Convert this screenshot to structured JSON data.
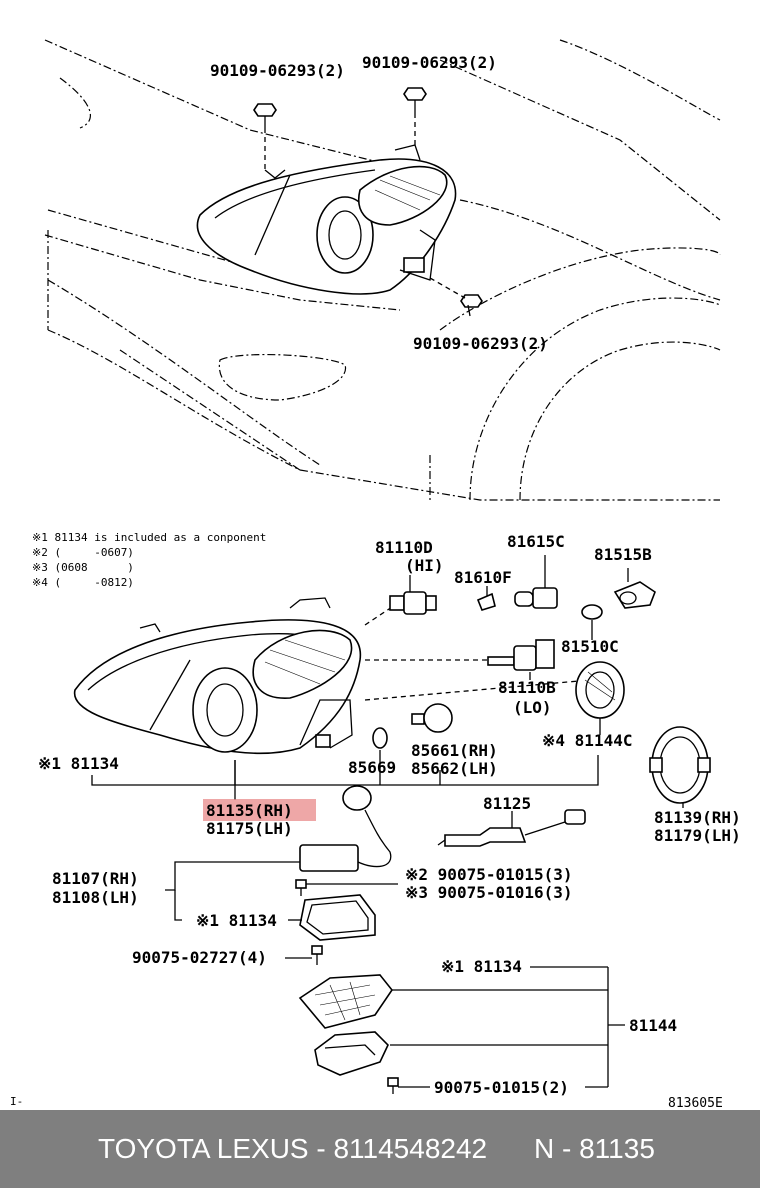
{
  "callouts": {
    "bolt_top_left": "90109-06293(2)",
    "bolt_top_right": "90109-06293(2)",
    "bolt_mid": "90109-06293(2)",
    "p81110d": "81110D",
    "p81110d_sub": "(HI)",
    "p81615c": "81615C",
    "p81515b": "81515B",
    "p81610f": "81610F",
    "p81510c": "81510C",
    "p81110b": "81110B",
    "p81110b_sub": "(LO)",
    "p81144c": "※4 81144C",
    "p81134_a": "※1 81134",
    "p85669": "85669",
    "p85661": "85661(RH)",
    "p85662": "85662(LH)",
    "p81135": "81135(RH)",
    "p81175": "81175(LH)",
    "p81125": "81125",
    "p81139": "81139(RH)",
    "p81179": "81179(LH)",
    "p81107": "81107(RH)",
    "p81108": "81108(LH)",
    "p81134_b": "※1 81134",
    "p90075_01015": "※2 90075-01015(3)",
    "p90075_01016": "※3 90075-01016(3)",
    "p90075_02727": "90075-02727(4)",
    "p81134_c": "※1 81134",
    "p81144": "81144",
    "p90075_01015_2": "90075-01015(2)",
    "ref_mark": "I-",
    "diagram_code": "813605E"
  },
  "notes": {
    "n1": "※1 81134 is included as a conponent",
    "n2": "※2 (     -0607)",
    "n3": "※3 (0608      )",
    "n4": "※4 (     -0812)"
  },
  "footer": {
    "brand": "TOYOTA LEXUS - 8114548242",
    "part_no": "N - 81135"
  },
  "colors": {
    "highlight": "#e88a8a",
    "footer_bg": "#7f7f7f"
  }
}
